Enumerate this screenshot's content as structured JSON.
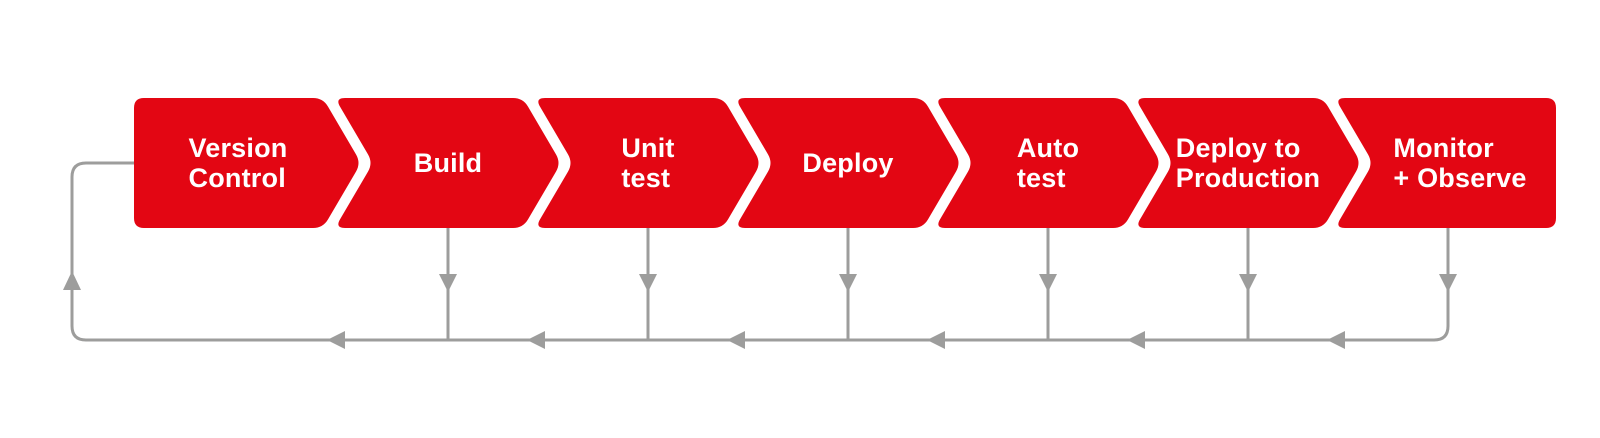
{
  "diagram": {
    "type": "flow",
    "background": "#ffffff",
    "stage_fill_color": "#e30613",
    "stage_text_color": "#ffffff",
    "connector_color": "#9d9d9c",
    "stages": [
      {
        "id": "version-control",
        "label": "Version\nControl",
        "feedback_drop": false
      },
      {
        "id": "build",
        "label": "Build",
        "feedback_drop": true
      },
      {
        "id": "unit-test",
        "label": "Unit\ntest",
        "feedback_drop": true
      },
      {
        "id": "deploy",
        "label": "Deploy",
        "feedback_drop": true
      },
      {
        "id": "auto-test",
        "label": "Auto\ntest",
        "feedback_drop": true
      },
      {
        "id": "deploy-to-production",
        "label": "Deploy to\nProduction",
        "feedback_drop": true
      },
      {
        "id": "monitor-observe",
        "label": "Monitor\n+ Observe",
        "feedback_drop": true
      }
    ],
    "feedback_loop": {
      "target": "version-control",
      "description": "Arrows from each stage feed down to a return line that loops back into Version Control"
    }
  }
}
